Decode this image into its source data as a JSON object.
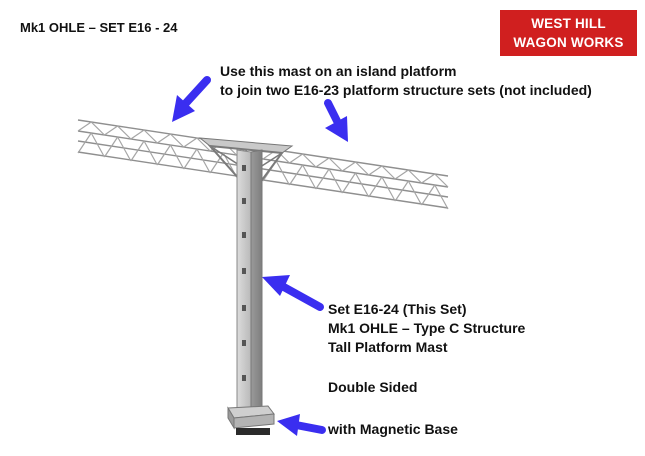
{
  "title": "Mk1 OHLE – SET E16 - 24",
  "logo": {
    "line1": "WEST HILL",
    "line2": "WAGON WORKS",
    "color": "#d01f1f"
  },
  "note_top": {
    "line1": "Use this mast on an island platform",
    "line2": "to join two E16-23 platform structure sets (not included)"
  },
  "note_set": {
    "line1": "Set E16-24 (This Set)",
    "line2": "Mk1 OHLE – Type C Structure",
    "line3": "Tall Platform Mast"
  },
  "note_double": "Double Sided",
  "note_base": "with Magnetic Base",
  "arrow_color": "#3a2ef0"
}
